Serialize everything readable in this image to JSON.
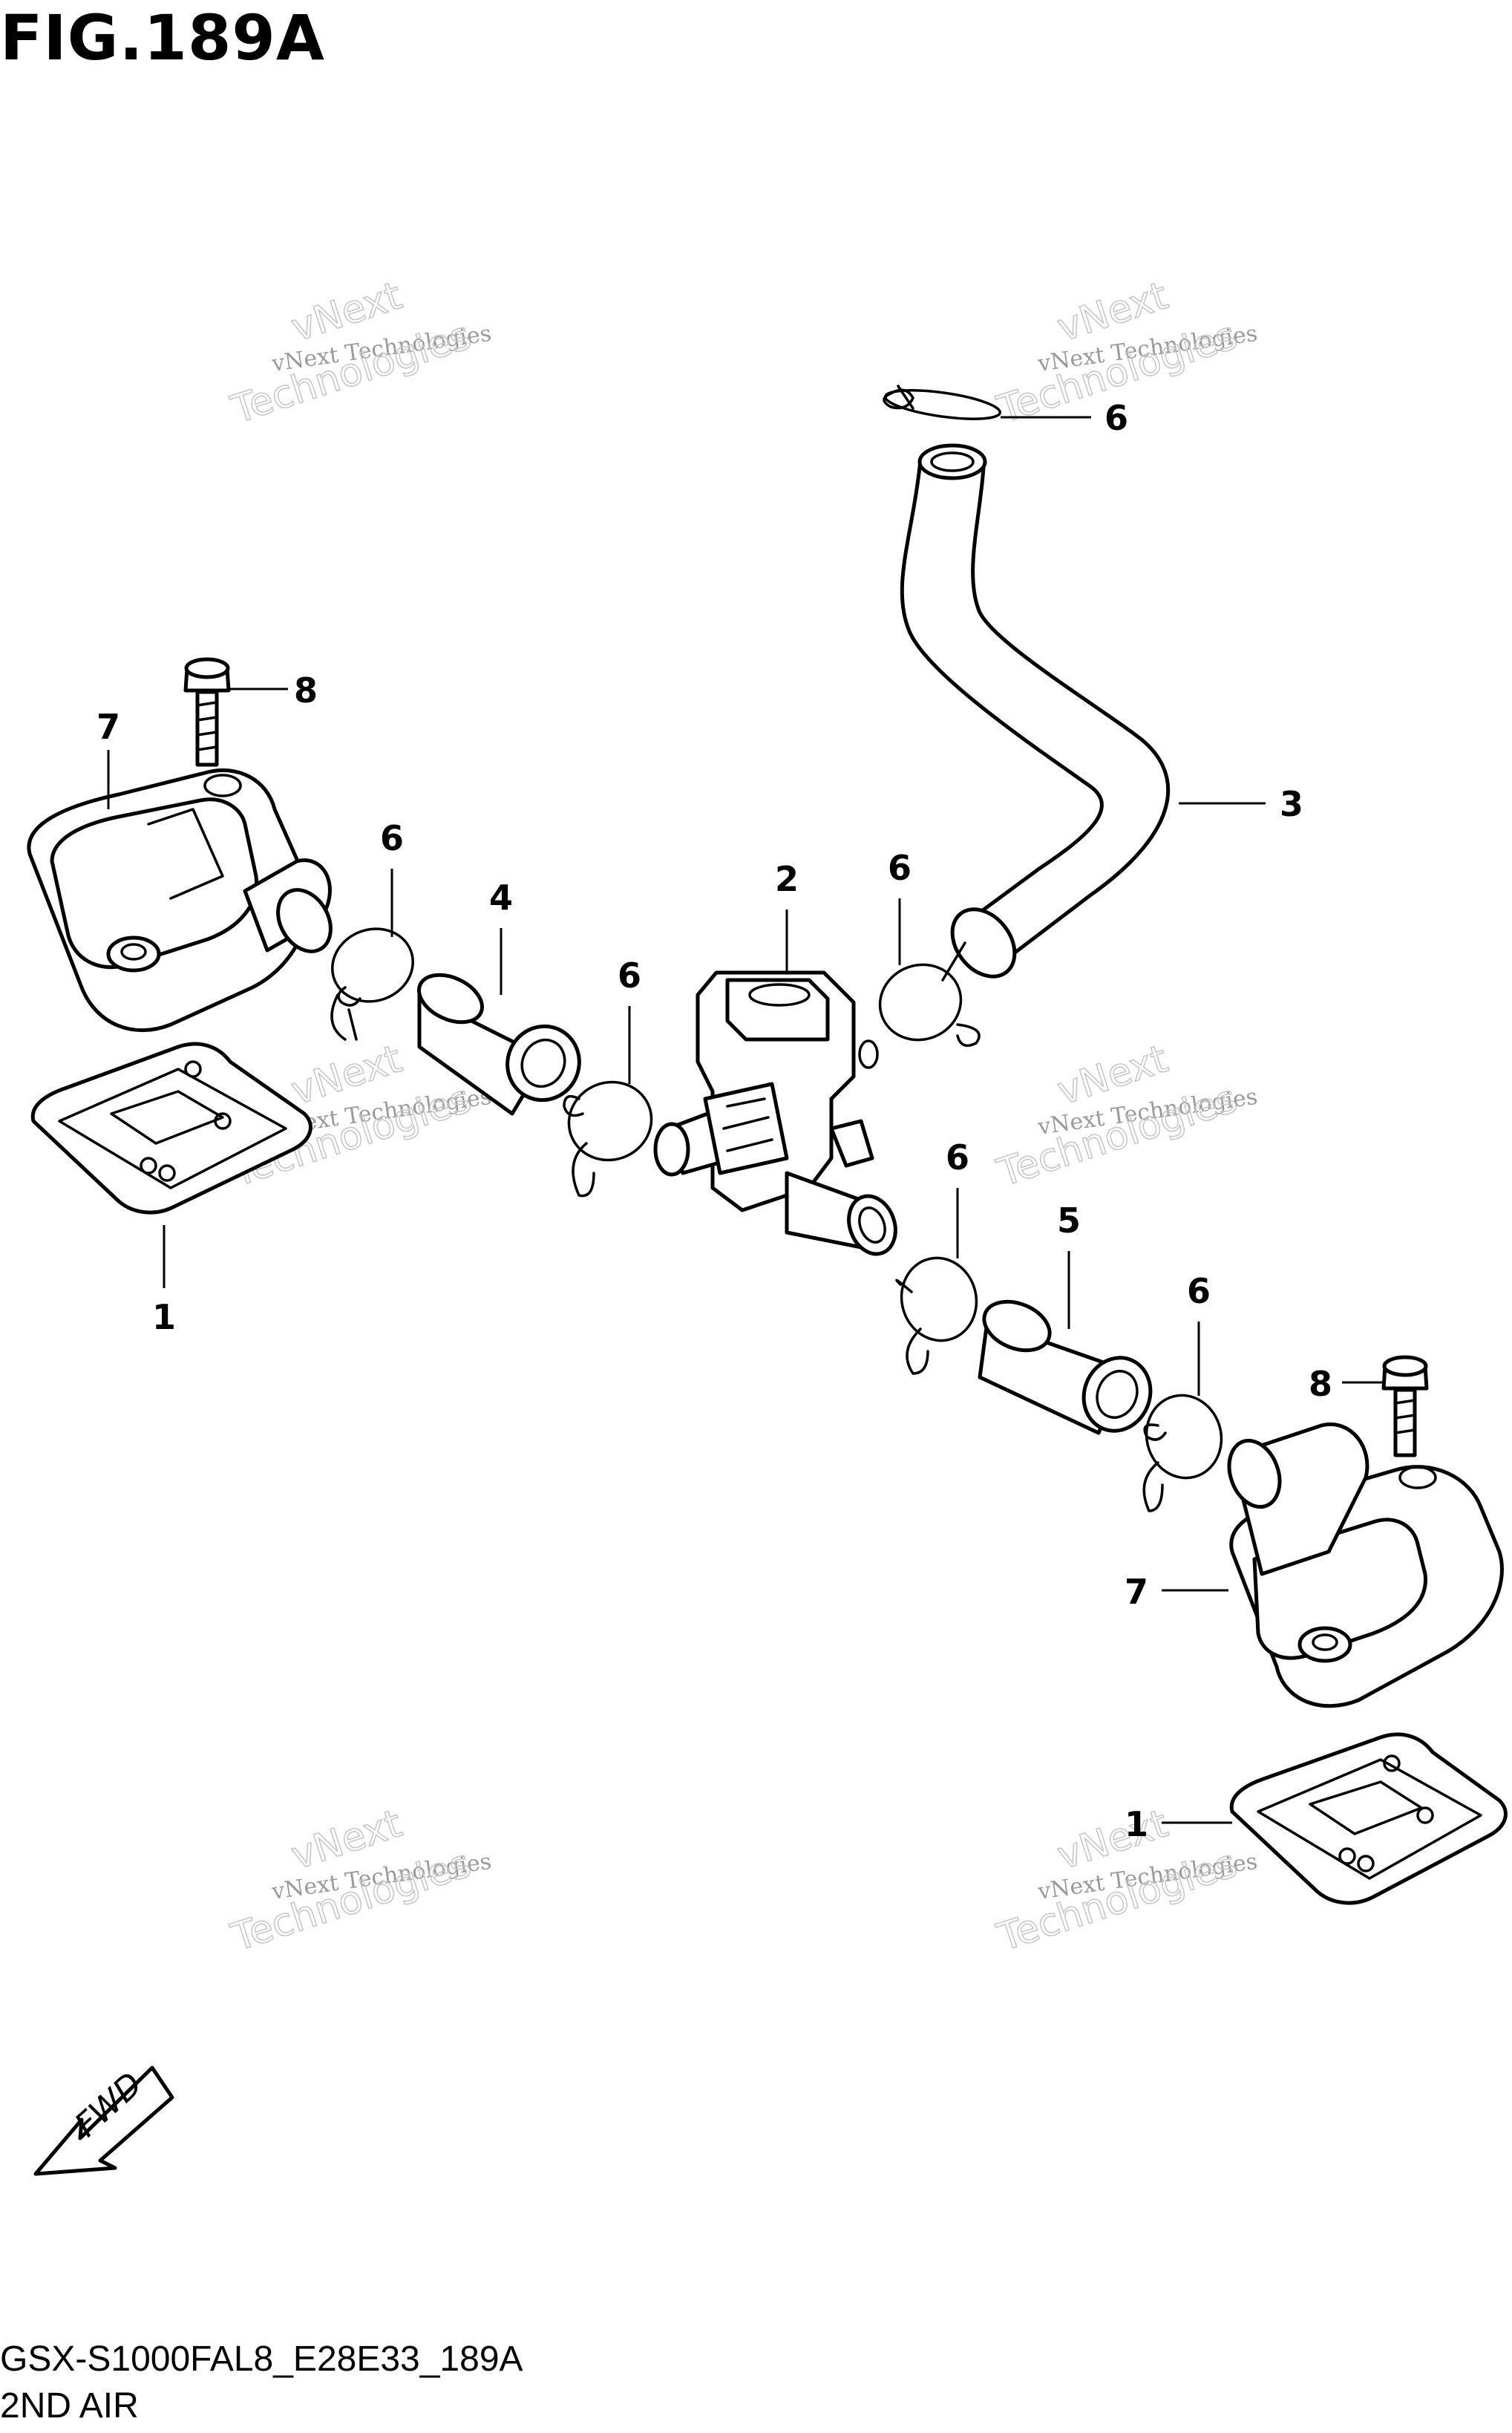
{
  "figure": {
    "title": "FIG.189A",
    "code": "GSX-S1000FAL8_E28E33_189A",
    "name": "2ND AIR",
    "fwd_label": "FWD"
  },
  "watermark": {
    "line1": "vNext Technologies",
    "line2": "vNext",
    "line3": "Technologies"
  },
  "callouts": [
    {
      "id": "c6-top",
      "label": "6"
    },
    {
      "id": "c8-left",
      "label": "8"
    },
    {
      "id": "c7-left",
      "label": "7"
    },
    {
      "id": "c3",
      "label": "3"
    },
    {
      "id": "c6-a",
      "label": "6"
    },
    {
      "id": "c4",
      "label": "4"
    },
    {
      "id": "c2",
      "label": "2"
    },
    {
      "id": "c6-b",
      "label": "6"
    },
    {
      "id": "c6-c",
      "label": "6"
    },
    {
      "id": "c1-left",
      "label": "1"
    },
    {
      "id": "c6-d",
      "label": "6"
    },
    {
      "id": "c5",
      "label": "5"
    },
    {
      "id": "c6-e",
      "label": "6"
    },
    {
      "id": "c8-right",
      "label": "8"
    },
    {
      "id": "c7-right",
      "label": "7"
    },
    {
      "id": "c1-right",
      "label": "1"
    }
  ]
}
